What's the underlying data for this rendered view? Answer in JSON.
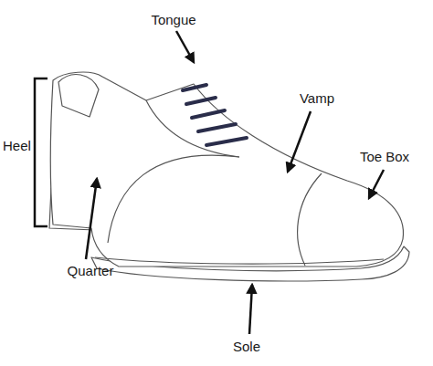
{
  "diagram": {
    "labels": [
      "Tongue",
      "Vamp",
      "Toe Box",
      "Heel",
      "Quarter",
      "Sole"
    ]
  }
}
